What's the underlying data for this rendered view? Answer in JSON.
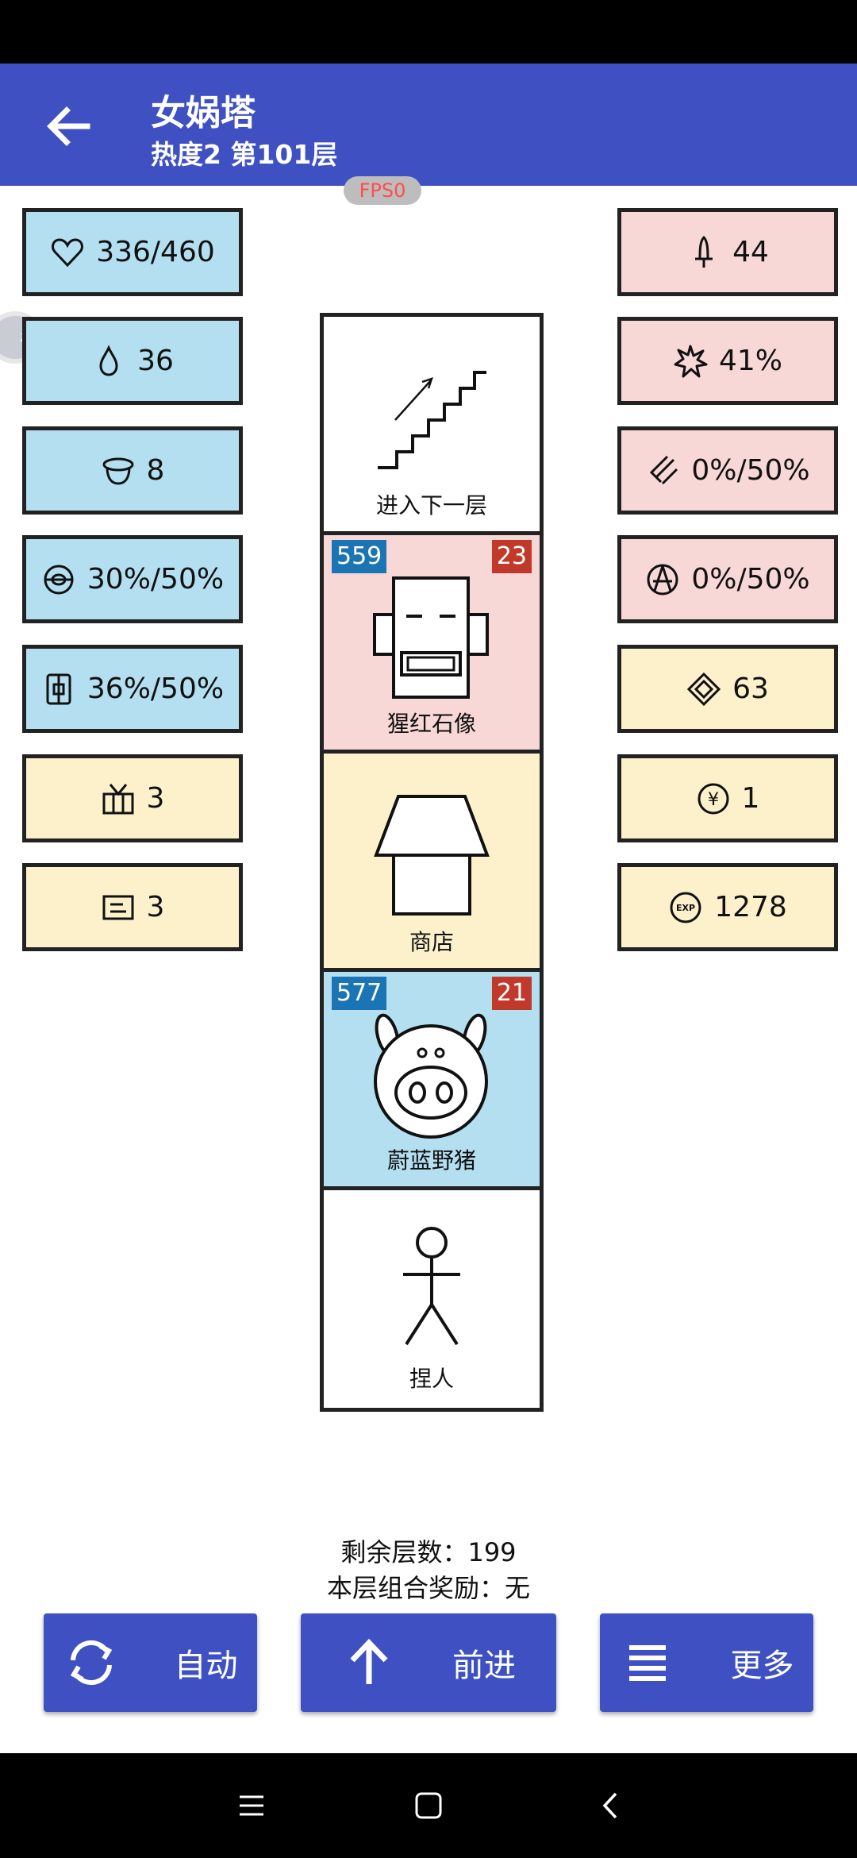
{
  "header": {
    "title": "女娲塔",
    "subtitle": "热度2 第101层"
  },
  "fps_badge": "FPS0",
  "side_circle_text": "zz",
  "left_stats": [
    {
      "icon": "heart-icon",
      "value": "336/460"
    },
    {
      "icon": "drop-icon",
      "value": "36"
    },
    {
      "icon": "helmet-icon",
      "value": "8"
    },
    {
      "icon": "shield-disc-icon",
      "value": "30%/50%"
    },
    {
      "icon": "armor-icon",
      "value": "36%/50%"
    },
    {
      "icon": "crate-icon",
      "value": "3"
    },
    {
      "icon": "scroll-icon",
      "value": "3"
    }
  ],
  "right_stats": [
    {
      "icon": "sword-icon",
      "value": "44"
    },
    {
      "icon": "burst-icon",
      "value": "41%"
    },
    {
      "icon": "slash-icon",
      "value": "0%/50%"
    },
    {
      "icon": "pentagram-icon",
      "value": "0%/50%"
    },
    {
      "icon": "gem-icon",
      "value": "63"
    },
    {
      "icon": "yen-coin-icon",
      "value": "1"
    },
    {
      "icon": "exp-icon",
      "value": "1278"
    }
  ],
  "column": {
    "cells": [
      {
        "label": "进入下一层"
      },
      {
        "label": "猩红石像",
        "hp": "559",
        "atk": "23"
      },
      {
        "label": "商店"
      },
      {
        "label": "蔚蓝野猪",
        "hp": "577",
        "atk": "21"
      },
      {
        "label": "捏人"
      }
    ]
  },
  "info": {
    "remaining_floors": "剩余层数：199",
    "combo_reward": "本层组合奖励：无"
  },
  "buttons": {
    "auto": "自动",
    "advance": "前进",
    "more": "更多"
  },
  "colors": {
    "primary": "#3f51c2",
    "blue_stat": "#b3dff1",
    "pink_stat": "#f8d8d7",
    "yellow_stat": "#fdf1cc",
    "hp_badge": "#1b74b3",
    "atk_badge": "#c0392b"
  }
}
